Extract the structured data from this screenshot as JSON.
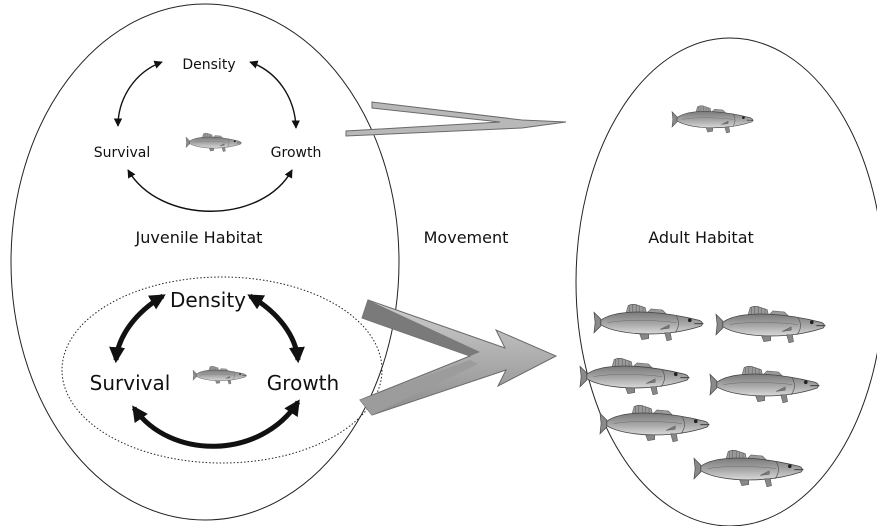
{
  "juvenile_habitat": {
    "label": "Juvenile Habitat",
    "upper_cycle": {
      "density": "Density",
      "survival": "Survival",
      "growth": "Growth"
    },
    "lower_cycle": {
      "density": "Density",
      "survival": "Survival",
      "growth": "Growth"
    }
  },
  "movement": {
    "label": "Movement"
  },
  "adult_habitat": {
    "label": "Adult Habitat"
  }
}
